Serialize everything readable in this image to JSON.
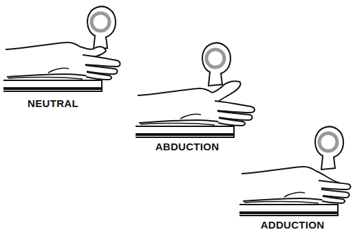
{
  "diagram": {
    "labels": [
      "NEUTRAL",
      "ABDUCTION",
      "ADDUCTION"
    ]
  }
}
